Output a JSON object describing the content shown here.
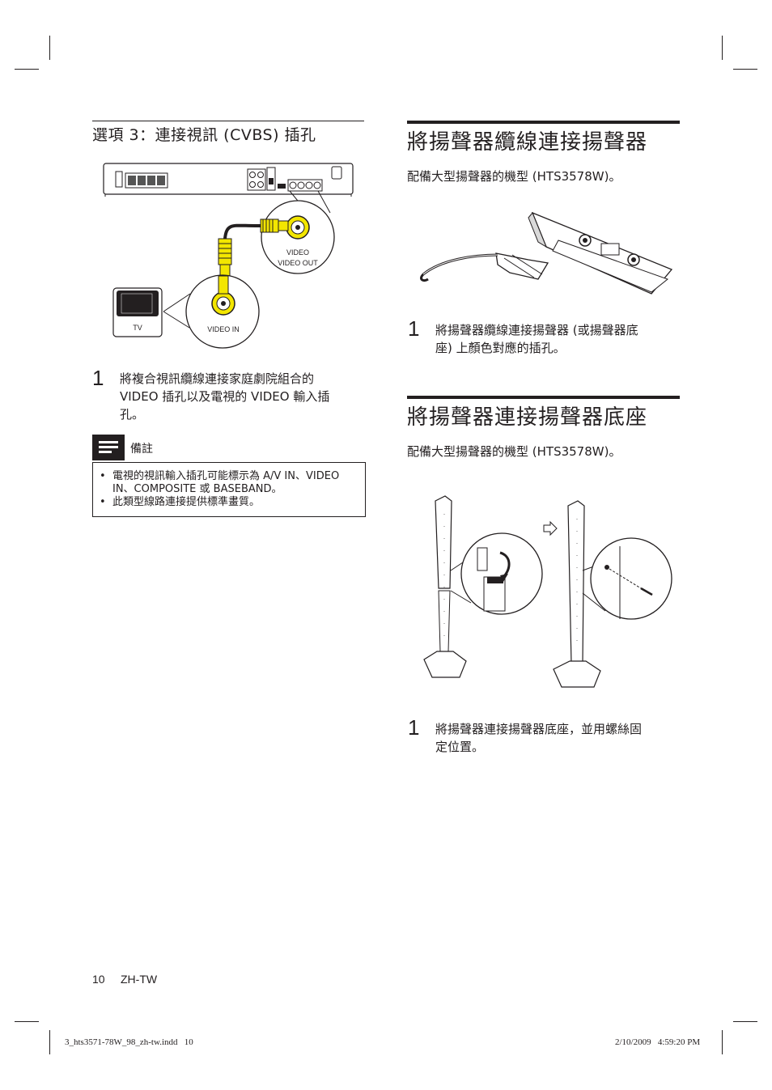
{
  "left": {
    "option_heading": "選項 3：連接視訊 (CVBS) 插孔",
    "diagram": {
      "video_label": "VIDEO",
      "video_out_label": "VIDEO OUT",
      "tv_label": "TV",
      "video_in_label": "VIDEO IN"
    },
    "step": {
      "number": "1",
      "line1": "將複合視訊纜線連接家庭劇院組合的",
      "line2": "VIDEO 插孔以及電視的 VIDEO 輸入插",
      "line3": "孔。"
    },
    "note": {
      "title": "備註",
      "items": [
        {
          "line1": "電視的視訊輸入插孔可能標示為 A/V IN、VIDEO",
          "line2": "IN、COMPOSITE 或 BASEBAND。"
        },
        {
          "line1": "此類型線路連接提供標準畫質。",
          "line2": ""
        }
      ],
      "icon": "note-lines-icon",
      "accent_color": "#231f20"
    }
  },
  "right": {
    "section1": {
      "title": "將揚聲器纜線連接揚聲器",
      "intro": "配備大型揚聲器的機型 (HTS3578W)。",
      "step_number": "1",
      "step_line1": "將揚聲器纜線連接揚聲器 (或揚聲器底",
      "step_line2": "座) 上顏色對應的插孔。"
    },
    "section2": {
      "title": "將揚聲器連接揚聲器底座",
      "intro": "配備大型揚聲器的機型 (HTS3578W)。",
      "step_number": "1",
      "step_line1": "將揚聲器連接揚聲器底座，並用螺絲固",
      "step_line2": "定位置。"
    }
  },
  "footer": {
    "page_number": "10",
    "language": "ZH-TW",
    "slug_file": "3_hts3571-78W_98_zh-tw.indd   10",
    "slug_date": "2/10/2009   4:59:20 PM"
  },
  "colors": {
    "ink": "#231f20",
    "rca_yellow": "#f3e600"
  }
}
